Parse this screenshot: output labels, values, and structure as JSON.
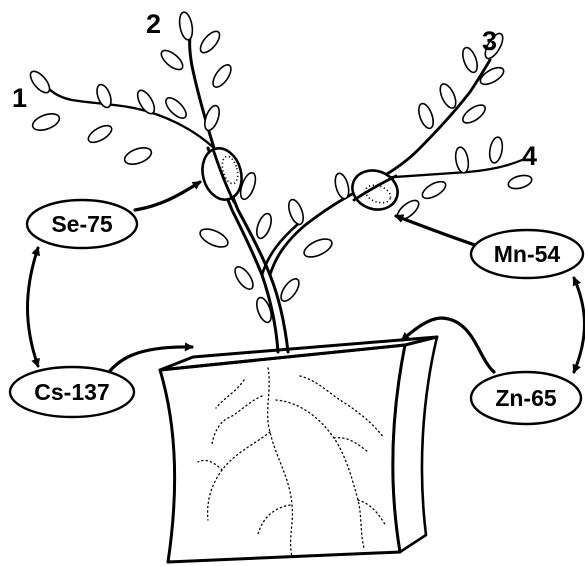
{
  "diagram": {
    "branch_numbers": [
      "1",
      "2",
      "3",
      "4"
    ],
    "isotope_labels": {
      "se": "Se-75",
      "mn": "Mn-54",
      "cs": "Cs-137",
      "zn": "Zn-65"
    }
  }
}
